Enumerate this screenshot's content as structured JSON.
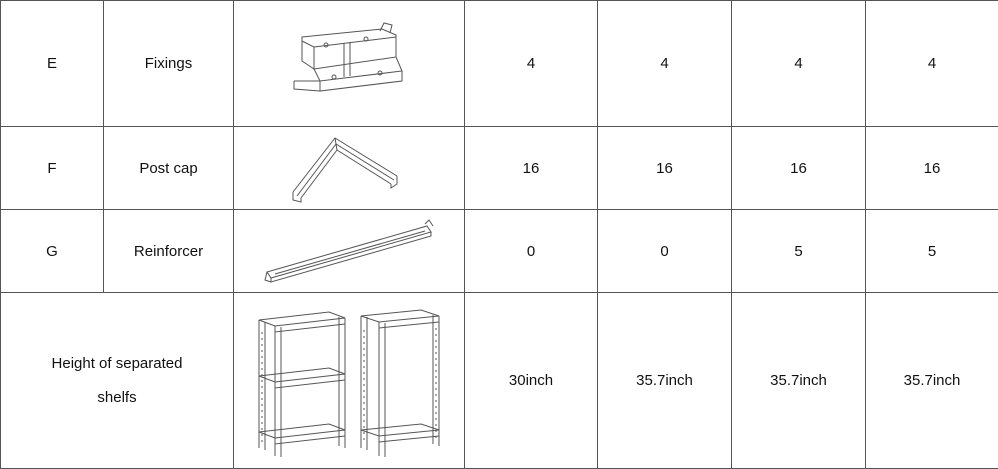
{
  "rows": [
    {
      "id": "E",
      "name": "Fixings",
      "icon": "fixing-bracket-icon",
      "qty": [
        "4",
        "4",
        "4",
        "4"
      ]
    },
    {
      "id": "F",
      "name": "Post cap",
      "icon": "post-cap-icon",
      "qty": [
        "16",
        "16",
        "16",
        "16"
      ]
    },
    {
      "id": "G",
      "name": "Reinforcer",
      "icon": "reinforcer-bar-icon",
      "qty": [
        "0",
        "0",
        "5",
        "5"
      ]
    }
  ],
  "height_row": {
    "label_line1": "Height of separated",
    "label_line2": "shelfs",
    "icon": "separated-shelving-units-icon",
    "values": [
      "30inch",
      "35.7inch",
      "35.7inch",
      "35.7inch"
    ]
  }
}
